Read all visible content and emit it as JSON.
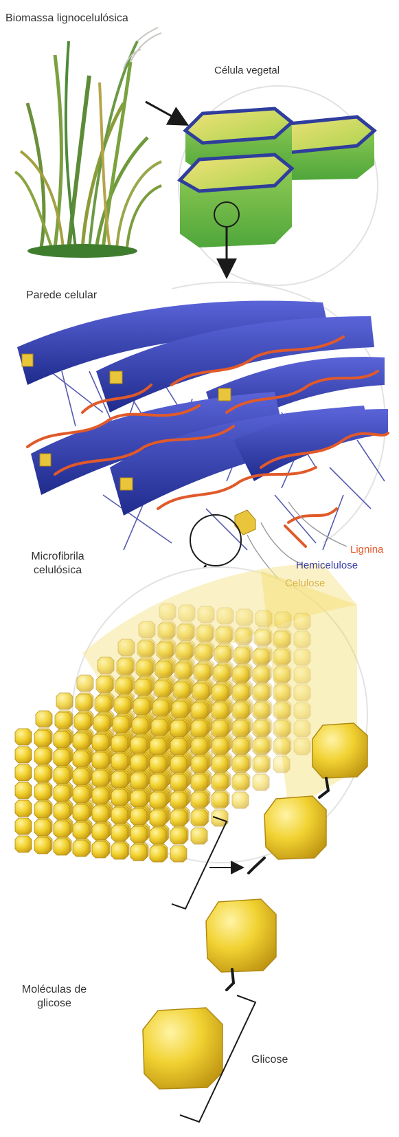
{
  "labels": {
    "biomass": "Biomassa lignocelulósica",
    "plant_cell": "Célula vegetal",
    "cell_wall": "Parede celular",
    "lignin": "Lignina",
    "hemicellulose": "Hemicelulose",
    "microfibril_line1": "Microfibrila",
    "microfibril_line2": "celulósica",
    "cellulose": "Celulose",
    "glucose_molecules_line1": "Moléculas de",
    "glucose_molecules_line2": "glicose",
    "glucose": "Glicose"
  },
  "colors": {
    "lignin": "#e15a2a",
    "hemicellulose": "#3a3fa3",
    "cellulose": "#e8c53a",
    "plant_green": "#8cc63f",
    "cell_wall_blue": "#2f3d9c"
  },
  "icons": {
    "grass": "grass-icon",
    "plant_cells": "plant-cells-icon",
    "cell_wall_fibers": "cell-wall-fibers-icon",
    "microfibril": "microfibril-icon",
    "glucose_chain": "glucose-chain-icon"
  }
}
